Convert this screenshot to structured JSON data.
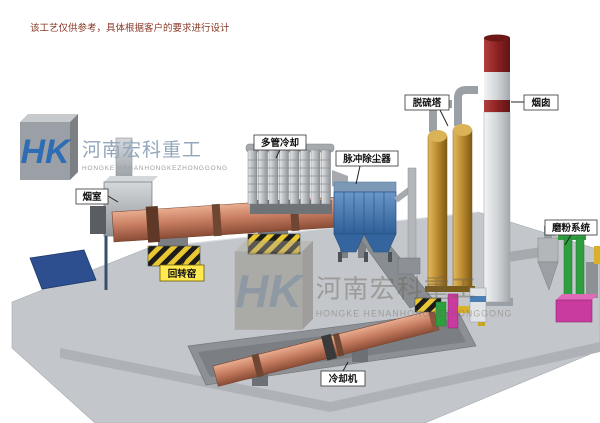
{
  "disclaimer": "该工艺仅供参考，具体根据客户的要求进行设计",
  "watermark": {
    "monogram": "HK",
    "brand_cn": "河南宏科重工",
    "brand_en": "HONGKE HENANHONGKEZHONGGONG"
  },
  "labels": {
    "smoke_chamber": "烟室",
    "rotary_kiln": "回转窑",
    "multi_tube_cooler": "多管冷却",
    "pulse_dust_collector": "脉冲除尘器",
    "desulfurization_tower": "脱硫塔",
    "chimney": "烟囱",
    "grinding_system": "磨粉系统",
    "cooling_machine": "冷却机"
  },
  "colors": {
    "kiln": "#c97f63",
    "dust_collector_blue": "#3f6fae",
    "tower_tan": "#bb8a2e",
    "chimney_red": "#8e2222",
    "label_highlight": "#ffe94e",
    "ground_gray": "#c3c7cb",
    "watermark_blue": "#2e6db4",
    "disclaimer_red": "#8a3a28"
  }
}
